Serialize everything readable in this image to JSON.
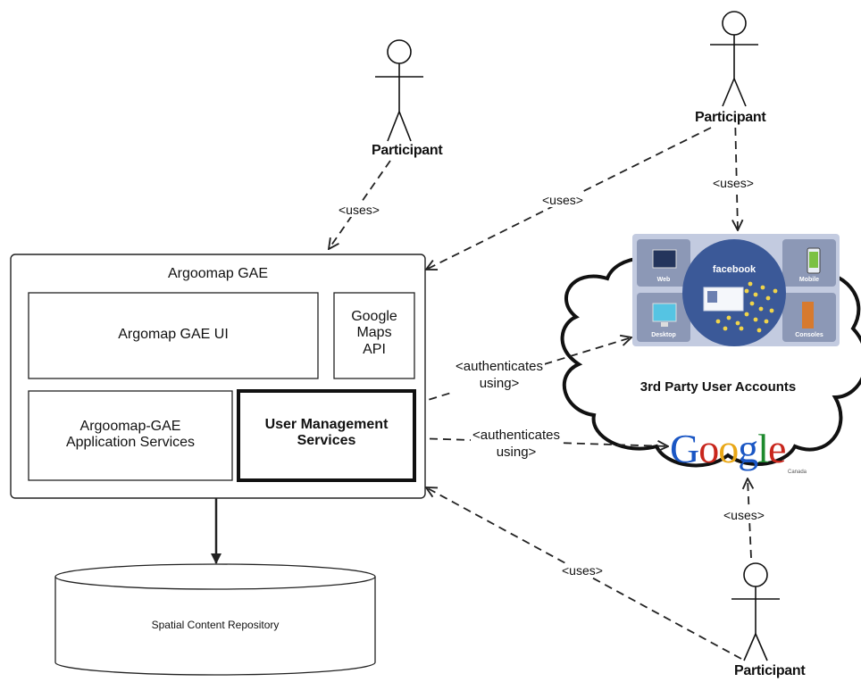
{
  "actors": {
    "participant_top_center": "Participant",
    "participant_top_right": "Participant",
    "participant_bottom_right": "Participant"
  },
  "connectors": {
    "uses_top_center": "<uses>",
    "uses_top_right_diag": "<uses>",
    "uses_top_right_vert": "<uses>",
    "uses_bottom_diag": "<uses>",
    "uses_bottom_vert": "<uses>",
    "auth_top_line1": "<authenticates",
    "auth_top_line2": "using>",
    "auth_bottom_line1": "<authenticates",
    "auth_bottom_line2": "using>"
  },
  "gae": {
    "title": "Argoomap GAE",
    "ui": "Argomap GAE UI",
    "maps_line1": "Google",
    "maps_line2": "Maps",
    "maps_line3": "API",
    "app_line1": "Argoomap-GAE",
    "app_line2": "Application Services",
    "um_line1": "User Management",
    "um_line2": "Services"
  },
  "repository": {
    "label": "Spatial Content Repository"
  },
  "cloud": {
    "title": "3rd Party User Accounts"
  },
  "facebook": {
    "logo": "facebook",
    "web": "Web",
    "mobile": "Mobile",
    "desktop": "Desktop",
    "consoles": "Consoles"
  },
  "google": {
    "letters": [
      "G",
      "o",
      "o",
      "g",
      "l",
      "e"
    ],
    "sub": "Canada"
  },
  "colors": {
    "line": "#222222",
    "fb_panel": "#c3cbe0",
    "fb_tile": "#8c98b6",
    "fb_circle": "#3b5998",
    "google_blue": "#1a56c4",
    "google_red": "#c8261c",
    "google_yellow": "#e9a716",
    "google_green": "#1e8a2e"
  }
}
